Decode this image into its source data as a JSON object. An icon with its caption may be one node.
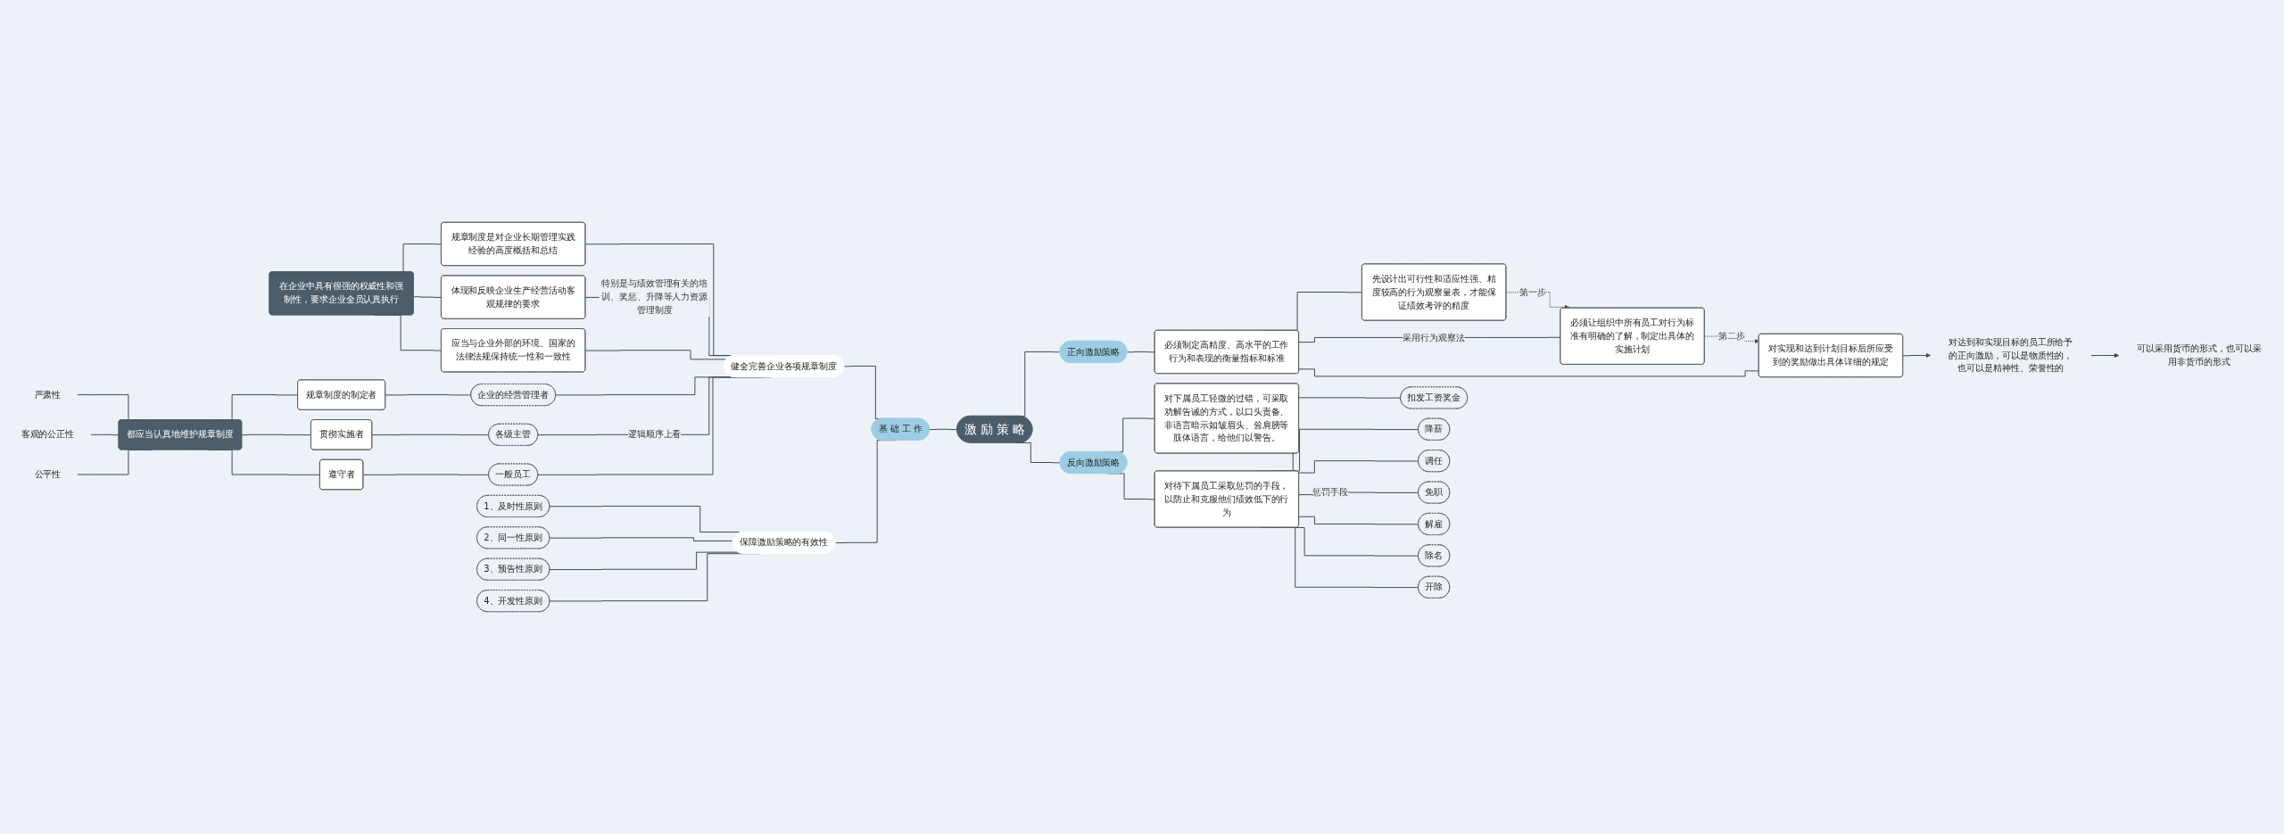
{
  "diagram": {
    "nodes": [
      {
        "text": [
          "激 励 策 略"
        ]
      },
      {
        "text": [
          "基 础 工 作"
        ]
      },
      {
        "text": [
          "健全完善企业各项规章制度"
        ]
      },
      {
        "text": [
          "规章制度是对企业长期管理实践经验的高度概括和总结"
        ]
      },
      {
        "text": [
          "体现和反映企业生产经营活动客观规律的要求"
        ]
      },
      {
        "text": [
          "应当与企业外部的环境、国家的法律法规保持统一性和一致性"
        ]
      },
      {
        "text": [
          "在企业中具有很强的权威性和强制性，要求企业全员认真执行"
        ]
      },
      {
        "text": [
          "企业的经营管理者"
        ]
      },
      {
        "text": [
          "规章制度的制定者"
        ]
      },
      {
        "text": [
          "各级主管"
        ]
      },
      {
        "text": [
          "贯彻实施者"
        ]
      },
      {
        "text": [
          "一般员工"
        ]
      },
      {
        "text": [
          "遵守者"
        ]
      },
      {
        "text": [
          "都应当认真地维护规章制度"
        ]
      },
      {
        "text": [
          "严肃性"
        ]
      },
      {
        "text": [
          "客观的公正性"
        ]
      },
      {
        "text": [
          "公平性"
        ]
      },
      {
        "text": [
          "保障激励策略的有效性"
        ]
      },
      {
        "text": [
          "1、及时性原则"
        ]
      },
      {
        "text": [
          "2、同一性原则"
        ]
      },
      {
        "text": [
          "3、预告性原则"
        ]
      },
      {
        "text": [
          "4、开发性原则"
        ]
      },
      {
        "text": [
          "正向激励策略"
        ]
      },
      {
        "text": [
          "必须制定高精度、高水平的工作行为和表现的衡量指标和标准"
        ]
      },
      {
        "text": [
          "先设计出可行性和适应性强、精度较高的行为观察量表，才能保证绩效考评的精度"
        ]
      },
      {
        "text": [
          "必须让组织中所有员工对行为标准有明确的了解，制定出具体的实施计划"
        ]
      },
      {
        "text": [
          "对实现和达到计划目标后所应受到的奖励做出具体详细的规定"
        ]
      },
      {
        "text": [
          "对达到和实现目标的员工所给予的正向激励，可以是物质性的，也可以是精神性、荣誉性的"
        ]
      },
      {
        "text": [
          "可以采用货币的形式，也可以采用非货币的形式"
        ]
      },
      {
        "text": [
          "反向激励策略"
        ]
      },
      {
        "text": [
          "对待下属员工采取惩罚的手段，以防止和克服他们绩效低下的行为"
        ]
      },
      {
        "text": [
          "扣发工资奖金"
        ]
      },
      {
        "text": [
          "降薪"
        ]
      },
      {
        "text": [
          "调任"
        ]
      },
      {
        "text": [
          "免职"
        ]
      },
      {
        "text": [
          "解雇"
        ]
      },
      {
        "text": [
          "除名"
        ]
      },
      {
        "text": [
          "开除"
        ]
      },
      {
        "text": [
          "对下属员工轻微的过错，可采取劝解告诫的方式，以口头责备、非语言暗示如皱眉头、耸肩膀等肢体语言，给他们以警告。"
        ]
      }
    ],
    "edges": [
      {
        "from": 1,
        "to": 0,
        "arrow": "none"
      },
      {
        "from": 2,
        "to": 1,
        "arrow": "none"
      },
      {
        "from": 3,
        "to": 2,
        "arrow": "none"
      },
      {
        "from": 4,
        "to": 2,
        "arrow": "none",
        "label": "特别是与绩效管理有关的培训、奖惩、升降等人力资源管理制度"
      },
      {
        "from": 5,
        "to": 2,
        "arrow": "none"
      },
      {
        "from": 6,
        "to": 3,
        "arrow": "none"
      },
      {
        "from": 6,
        "to": 4,
        "arrow": "none"
      },
      {
        "from": 6,
        "to": 5,
        "arrow": "none"
      },
      {
        "from": 7,
        "to": 2,
        "arrow": "none"
      },
      {
        "from": 9,
        "to": 2,
        "arrow": "none",
        "label": "逻辑顺序上看"
      },
      {
        "from": 11,
        "to": 2,
        "arrow": "none"
      },
      {
        "from": 8,
        "to": 7,
        "arrow": "none"
      },
      {
        "from": 10,
        "to": 9,
        "arrow": "none"
      },
      {
        "from": 12,
        "to": 11,
        "arrow": "none"
      },
      {
        "from": 13,
        "to": 8,
        "arrow": "none"
      },
      {
        "from": 13,
        "to": 10,
        "arrow": "none"
      },
      {
        "from": 13,
        "to": 12,
        "arrow": "none"
      },
      {
        "from": 14,
        "to": 13,
        "arrow": "none"
      },
      {
        "from": 15,
        "to": 13,
        "arrow": "none"
      },
      {
        "from": 16,
        "to": 13,
        "arrow": "none"
      },
      {
        "from": 17,
        "to": 1,
        "arrow": "none"
      },
      {
        "from": 18,
        "to": 17,
        "arrow": "none"
      },
      {
        "from": 19,
        "to": 17,
        "arrow": "none"
      },
      {
        "from": 20,
        "to": 17,
        "arrow": "none"
      },
      {
        "from": 21,
        "to": 17,
        "arrow": "none"
      },
      {
        "from": 0,
        "to": 22,
        "arrow": "none"
      },
      {
        "from": 22,
        "to": 23,
        "arrow": "none"
      },
      {
        "from": 23,
        "to": 24,
        "arrow": "none"
      },
      {
        "from": 23,
        "to": 25,
        "arrow": "none",
        "label": "采用行为观察法"
      },
      {
        "from": 23,
        "to": 26,
        "arrow": "none"
      },
      {
        "from": 24,
        "to": 25,
        "arrow": "to",
        "style": "dashed",
        "label": "第一步"
      },
      {
        "from": 25,
        "to": 26,
        "arrow": "to",
        "style": "dashed",
        "label": "第二步"
      },
      {
        "from": 26,
        "to": 27,
        "arrow": "to"
      },
      {
        "from": 27,
        "to": 28,
        "arrow": "to"
      },
      {
        "from": 0,
        "to": 29,
        "arrow": "none"
      },
      {
        "from": 29,
        "to": 38,
        "arrow": "none"
      },
      {
        "from": 29,
        "to": 30,
        "arrow": "none"
      },
      {
        "from": 30,
        "to": 31,
        "arrow": "none"
      },
      {
        "from": 30,
        "to": 32,
        "arrow": "none"
      },
      {
        "from": 30,
        "to": 33,
        "arrow": "none"
      },
      {
        "from": 30,
        "to": 34,
        "arrow": "none",
        "label": "惩罚手段"
      },
      {
        "from": 30,
        "to": 35,
        "arrow": "none"
      },
      {
        "from": 30,
        "to": 36,
        "arrow": "none"
      },
      {
        "from": 30,
        "to": 37,
        "arrow": "none"
      }
    ]
  }
}
